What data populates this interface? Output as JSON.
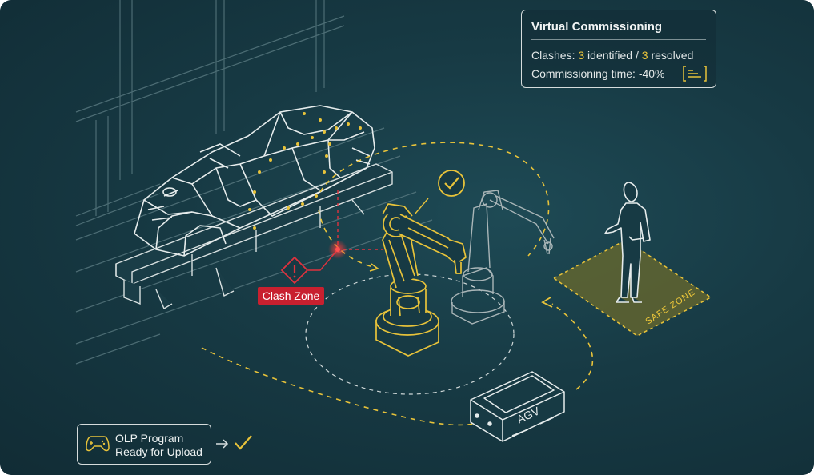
{
  "panel": {
    "title": "Virtual Commissioning",
    "clashes_label": "Clashes: ",
    "clashes_identified": "3",
    "identified_text": " identified / ",
    "clashes_resolved": "3",
    "resolved_text": " resolved",
    "commissioning": "Commissioning time: -40%"
  },
  "clash_zone": {
    "label": "Clash Zone"
  },
  "olp": {
    "line1": "OLP Program",
    "line2": "Ready for Upload"
  },
  "agv": {
    "label": "AGV"
  },
  "safe_zone": {
    "label": "SAFE ZONE"
  },
  "colors": {
    "background": "#173a44",
    "line": "#d8e0e0",
    "accent_yellow": "#e8c33a",
    "clash_red": "#c8202f",
    "safe_zone_fill": "#6b6a2c"
  },
  "icons": [
    "check-icon",
    "warning-icon",
    "gamepad-icon",
    "list-icon",
    "arrow-right-icon"
  ]
}
